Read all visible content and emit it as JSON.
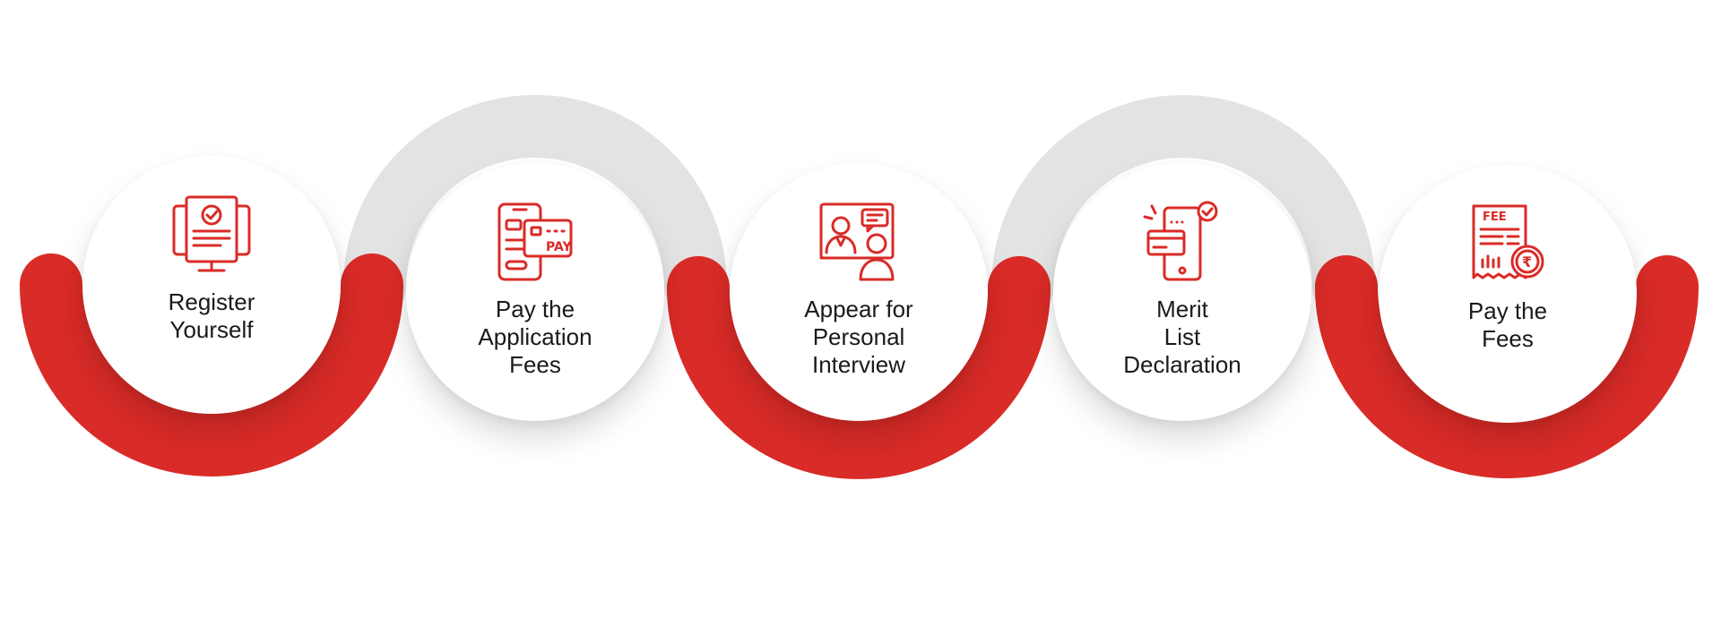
{
  "colors": {
    "accent": "#d92b27",
    "track": "#e3e3e3",
    "text": "#1a1a1a"
  },
  "steps": [
    {
      "label": "Register\nYourself",
      "icon": "registration-monitor-icon"
    },
    {
      "label": "Pay the\nApplication\nFees",
      "icon": "mobile-pay-icon"
    },
    {
      "label": "Appear for\nPersonal\nInterview",
      "icon": "video-interview-icon"
    },
    {
      "label": "Merit\nList\nDeclaration",
      "icon": "mobile-card-verified-icon"
    },
    {
      "label": "Pay the\nFees",
      "icon": "fee-receipt-rupee-icon"
    }
  ]
}
